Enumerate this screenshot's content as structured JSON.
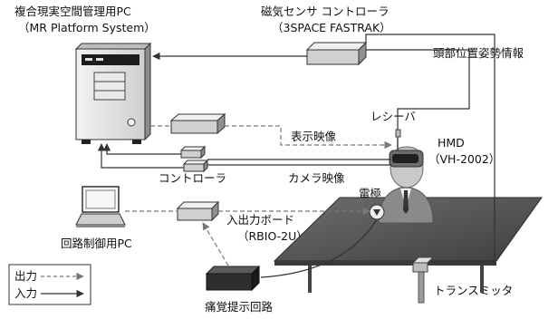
{
  "labels": {
    "pc_title": "複合現実空間管理用PC",
    "pc_subtitle": "（MR Platform System）",
    "sensor_title": "磁気センサ コントローラ",
    "sensor_subtitle": "（3SPACE FASTRAK）",
    "head_info": "頭部位置姿勢情報",
    "receiver": "レシーバ",
    "display_video": "表示映像",
    "hmd": "HMD",
    "hmd_model": "（VH-2002）",
    "controller": "コントローラ",
    "camera_video": "カメラ映像",
    "electrode": "電極",
    "io_board": "入出力ボード",
    "io_board_model": "（RBIO-2U）",
    "control_pc": "回路制御用PC",
    "pain_circuit": "痛覚提示回路",
    "transmitter": "トランスミッタ"
  },
  "legend": {
    "output_label": "出力",
    "input_label": "入力"
  },
  "colors": {
    "line": "#333333",
    "dashed": "#777777",
    "box_face": "#d9d9d9",
    "box_side": "#8c8c8c",
    "table": "#5a5a5a"
  }
}
